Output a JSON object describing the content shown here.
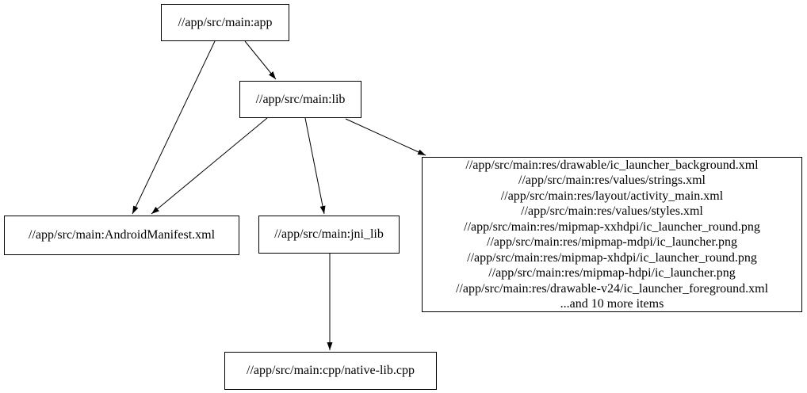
{
  "colors": {
    "background": "#ffffff",
    "node_border": "#000000",
    "text": "#000000",
    "edge": "#000000"
  },
  "nodes": {
    "app": {
      "label": "//app/src/main:app"
    },
    "lib": {
      "label": "//app/src/main:lib"
    },
    "manifest": {
      "label": "//app/src/main:AndroidManifest.xml"
    },
    "jni_lib": {
      "label": "//app/src/main:jni_lib"
    },
    "native_lib": {
      "label": "//app/src/main:cpp/native-lib.cpp"
    },
    "resources": {
      "lines": [
        "//app/src/main:res/drawable/ic_launcher_background.xml",
        "//app/src/main:res/values/strings.xml",
        "//app/src/main:res/layout/activity_main.xml",
        "//app/src/main:res/values/styles.xml",
        "//app/src/main:res/mipmap-xxhdpi/ic_launcher_round.png",
        "//app/src/main:res/mipmap-mdpi/ic_launcher.png",
        "//app/src/main:res/mipmap-xhdpi/ic_launcher_round.png",
        "//app/src/main:res/mipmap-hdpi/ic_launcher.png",
        "//app/src/main:res/drawable-v24/ic_launcher_foreground.xml",
        "...and 10 more items"
      ]
    }
  },
  "edges": [
    {
      "from": "//app/src/main:app",
      "to": "//app/src/main:lib"
    },
    {
      "from": "//app/src/main:app",
      "to": "//app/src/main:AndroidManifest.xml"
    },
    {
      "from": "//app/src/main:lib",
      "to": "//app/src/main:AndroidManifest.xml"
    },
    {
      "from": "//app/src/main:lib",
      "to": "//app/src/main:jni_lib"
    },
    {
      "from": "//app/src/main:lib",
      "to": "resources-group"
    },
    {
      "from": "//app/src/main:jni_lib",
      "to": "//app/src/main:cpp/native-lib.cpp"
    }
  ]
}
